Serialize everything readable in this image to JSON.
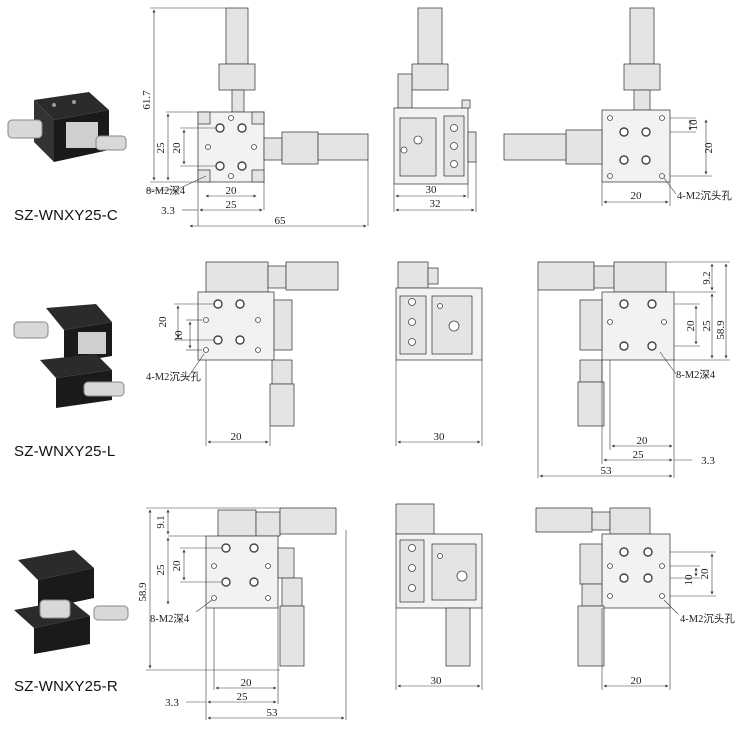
{
  "colors": {
    "line": "#444444",
    "text": "#222222",
    "photo_dark": "#1e1e1e",
    "photo_metal": "#c8c8c8"
  },
  "products": [
    {
      "model": "SZ-WNXY25-C"
    },
    {
      "model": "SZ-WNXY25-L"
    },
    {
      "model": "SZ-WNXY25-R"
    }
  ],
  "dims": {
    "c": {
      "d61_7": "61.7",
      "d25": "25",
      "d20v": "20",
      "d20": "20",
      "d25b": "25",
      "d3_3": "3.3",
      "d65": "65",
      "note_tap": "8-M2深4",
      "d30": "30",
      "d32": "32",
      "d10": "10",
      "d20r": "20",
      "d20b": "20",
      "note_cs": "4-M2沉头孔"
    },
    "l": {
      "d20v": "20",
      "d10": "10",
      "note_cs": "4-M2沉头孔",
      "d20": "20",
      "d30": "30",
      "d9_2": "9.2",
      "d20r": "20",
      "d25r": "25",
      "d58_9": "58.9",
      "note_tap": "8-M2深4",
      "d20b": "20",
      "d25b": "25",
      "d3_3": "3.3",
      "d53": "53"
    },
    "r": {
      "d9_1": "9.1",
      "d25": "25",
      "d20v": "20",
      "d58_9": "58.9",
      "note_tap": "8-M2深4",
      "d20": "20",
      "d25b": "25",
      "d3_3": "3.3",
      "d53": "53",
      "d30": "30",
      "d20r": "20",
      "d10": "10",
      "note_cs": "4-M2沉头孔",
      "d20b": "20"
    }
  }
}
